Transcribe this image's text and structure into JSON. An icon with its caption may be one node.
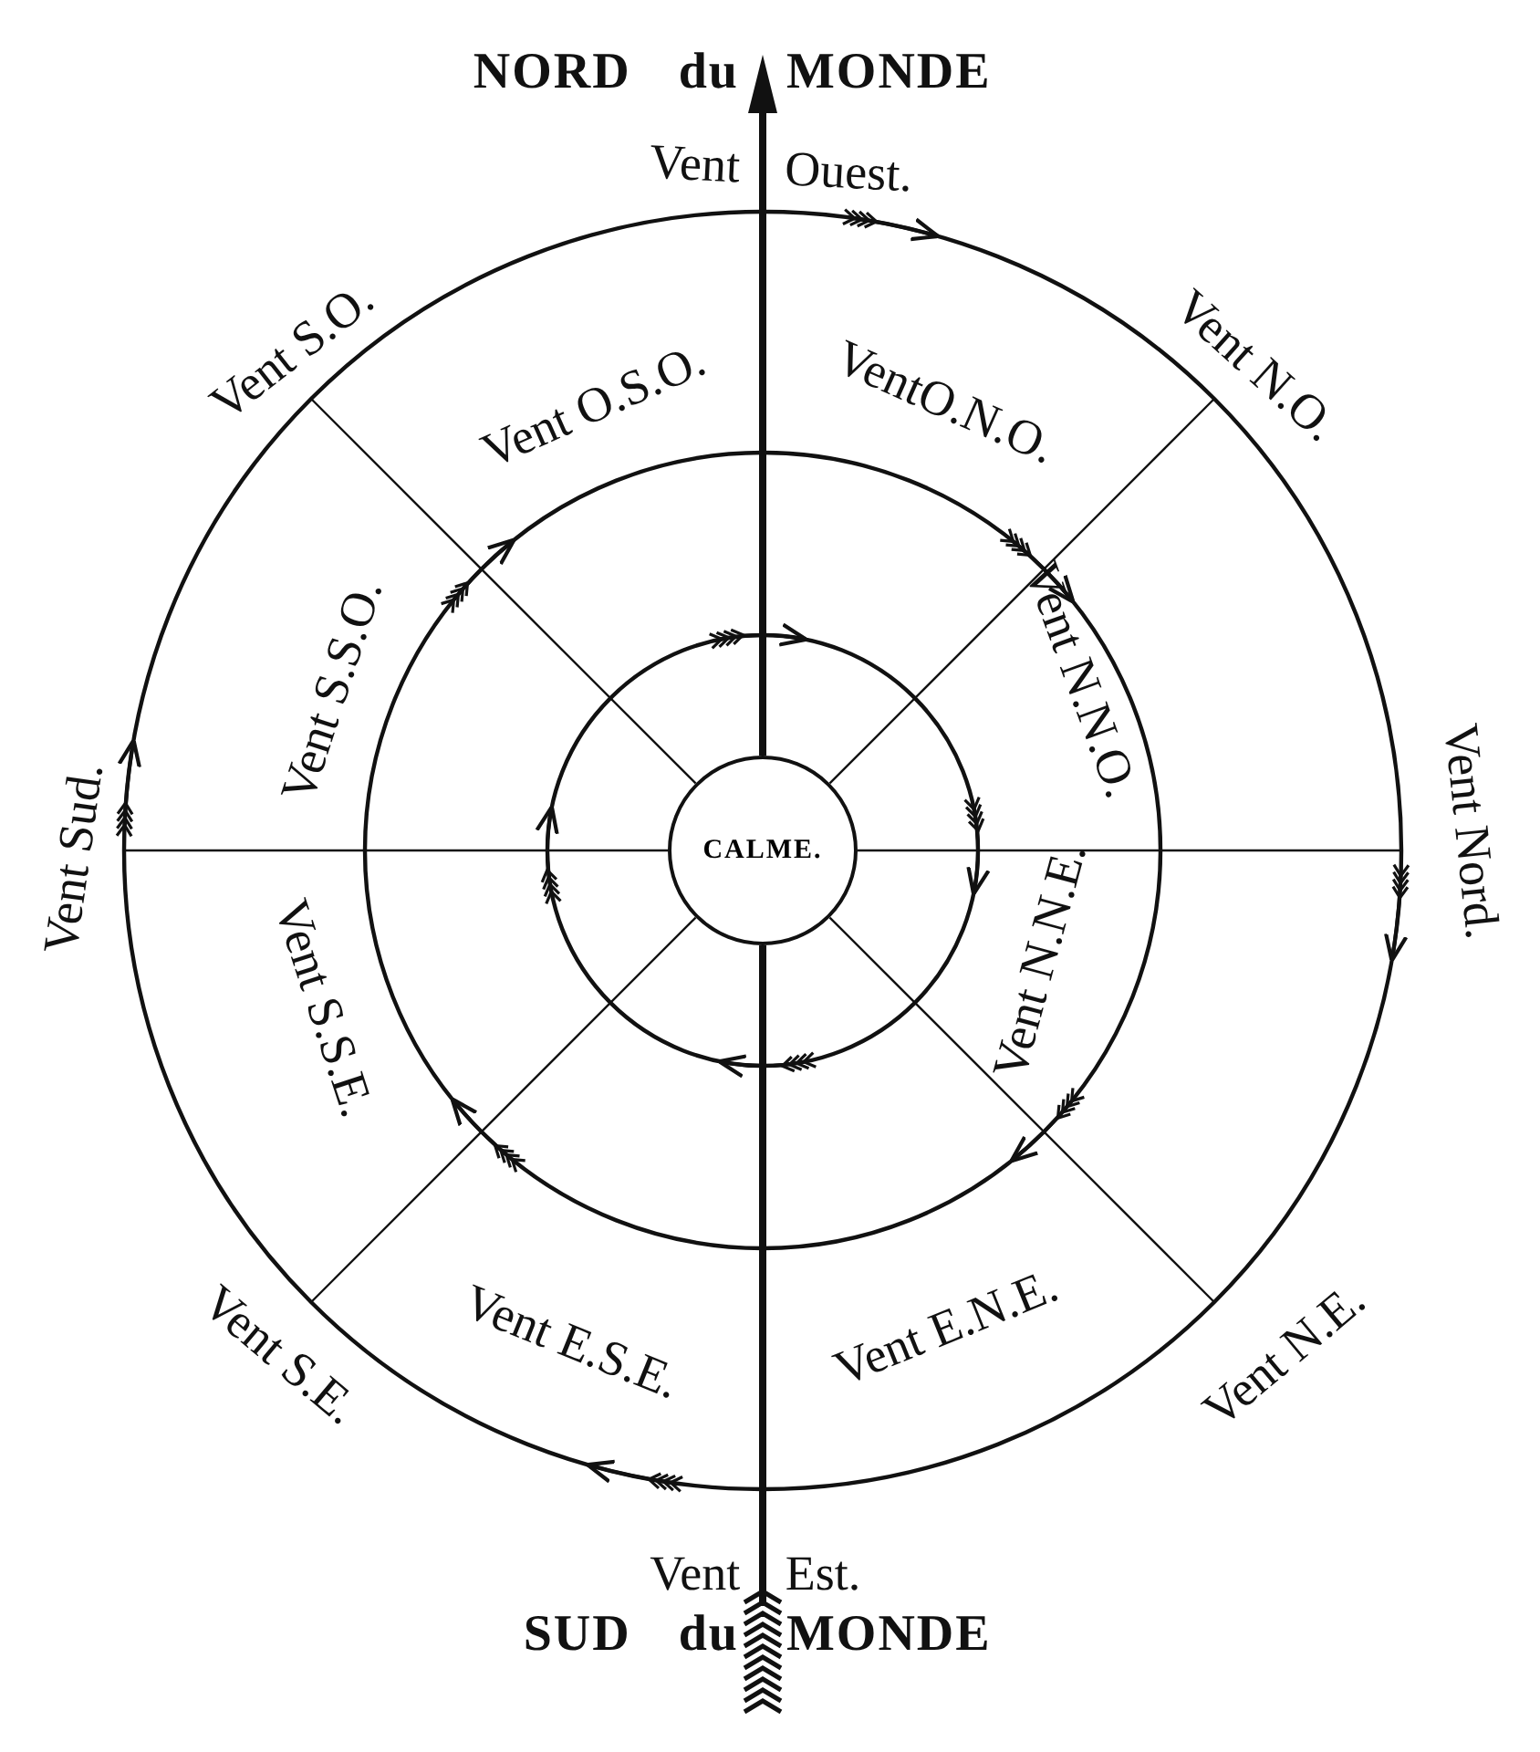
{
  "diagram": {
    "nodes": [
      {
        "text": [
          "CALME."
        ]
      }
    ],
    "labels": [
      "NORD du MONDE",
      "Vent Ouest.",
      "Vent S.O.",
      "Vent O.S.O.",
      "VentO.N.O.",
      "Vent N.O.",
      "Vent S.S.O.",
      "Vent N.N.O.",
      "Vent Sud.",
      "Vent Nord.",
      "Vent S.S.E.",
      "Vent N.N.E.",
      "Vent E.S.E.",
      "Vent E.N.E.",
      "Vent S.E.",
      "Vent N.E.",
      "Vent Est.",
      "SUD du MONDE"
    ]
  }
}
